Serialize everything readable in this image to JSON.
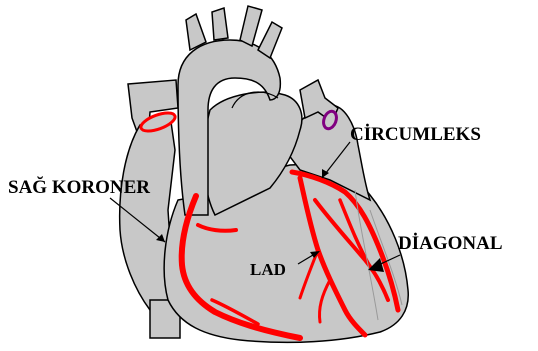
{
  "labels": {
    "right_coronary": "SAĞ KORONER",
    "circumflex": "CİRCUMLEKS",
    "diagonal": "DİAGONAL",
    "lad": "LAD"
  },
  "colors": {
    "heart": "#c8c8c8",
    "outline": "#000000",
    "artery": "#ff0000",
    "left_ring": "#ff0000",
    "right_ring": "#800080"
  }
}
